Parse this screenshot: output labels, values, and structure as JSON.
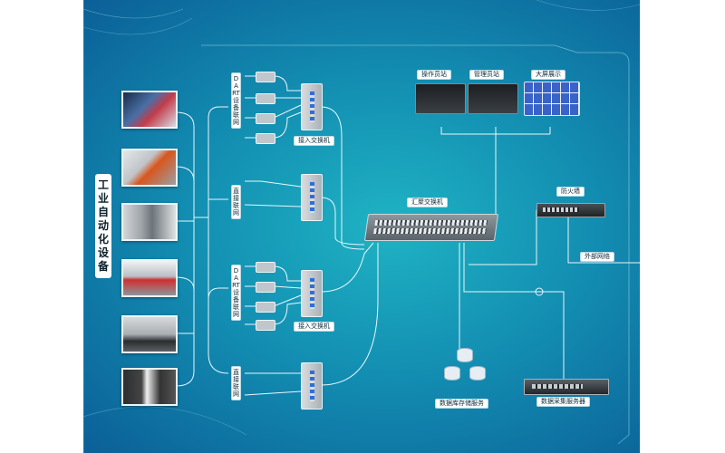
{
  "title": "工业自动化设备",
  "groups": [
    {
      "label": "DART设备联网",
      "switch_label": "接入交换机"
    },
    {
      "label": "直接联网",
      "switch_label": ""
    },
    {
      "label": "DART设备联网",
      "switch_label": "接入交换机"
    },
    {
      "label": "直接联网",
      "switch_label": ""
    }
  ],
  "core_switch": "汇聚交换机",
  "stations": [
    "操作员站",
    "管理员站",
    "大屏展示"
  ],
  "firewall": "防火墙",
  "external": "外部网络",
  "database": "数据库存储服务",
  "collector": "数据采集服务器",
  "colors": {
    "bg_center": "#1fb3c4",
    "bg_edge": "#0b5f97",
    "wire": "#e8f7fb",
    "label_bg": "#ffffff"
  }
}
